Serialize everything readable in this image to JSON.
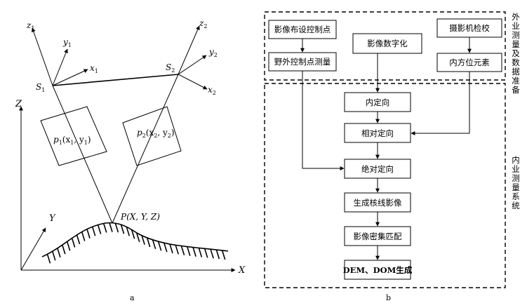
{
  "panel_a": {
    "caption": "a",
    "axes": {
      "z1": "z",
      "z1_sub": "1",
      "y1": "y",
      "y1_sub": "1",
      "x1": "x",
      "x1_sub": "1",
      "z2": "z",
      "z2_sub": "2",
      "y2": "y",
      "y2_sub": "2",
      "x2": "x",
      "x2_sub": "2",
      "Z": "Z",
      "Y": "Y",
      "X": "X"
    },
    "stations": {
      "S1": "S",
      "S1_sub": "1",
      "S2": "S",
      "S2_sub": "2"
    },
    "image_points": {
      "p1_p": "p",
      "p1_sub": "1",
      "p1_open": "(x",
      "p1_xsub": "1",
      "p1_mid": ", y",
      "p1_ysub": "1",
      "p1_close": ")",
      "p2_p": "p",
      "p2_sub": "2",
      "p2_open": "(x",
      "p2_xsub": "2",
      "p2_mid": ", y",
      "p2_ysub": "2",
      "p2_close": ")"
    },
    "ground_point": "P(X, Y, Z)"
  },
  "panel_b": {
    "caption": "b",
    "group_top_label": "外业测量及数据准备",
    "group_bottom_label": "内业测量系统",
    "boxes": {
      "control_layout": "影像布设控制点",
      "field_control": "野外控制点测量",
      "digitize": "影像数字化",
      "camera_calib": "摄影机检校",
      "interior_elements": "内方位元素",
      "interior_orientation": "内定向",
      "relative_orientation": "相对定向",
      "absolute_orientation": "绝对定向",
      "epipolar": "生成核线影像",
      "dense_matching": "影像密集匹配",
      "dem_dom": "DEM、DOM生成"
    }
  }
}
